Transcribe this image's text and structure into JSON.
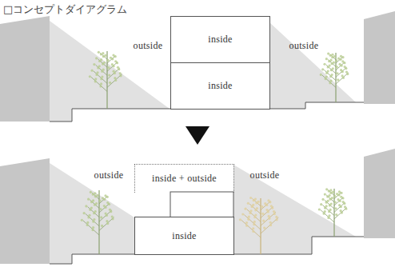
{
  "diagram": {
    "title": "□コンセプトダイアグラム",
    "nodes": [
      {
        "text": [
          "inside"
        ]
      },
      {
        "text": [
          "inside"
        ]
      },
      {
        "text": [
          "inside + outside"
        ]
      },
      {
        "text": [
          "inside"
        ]
      }
    ],
    "labels": [
      "outside",
      "outside",
      "outside",
      "outside"
    ]
  }
}
